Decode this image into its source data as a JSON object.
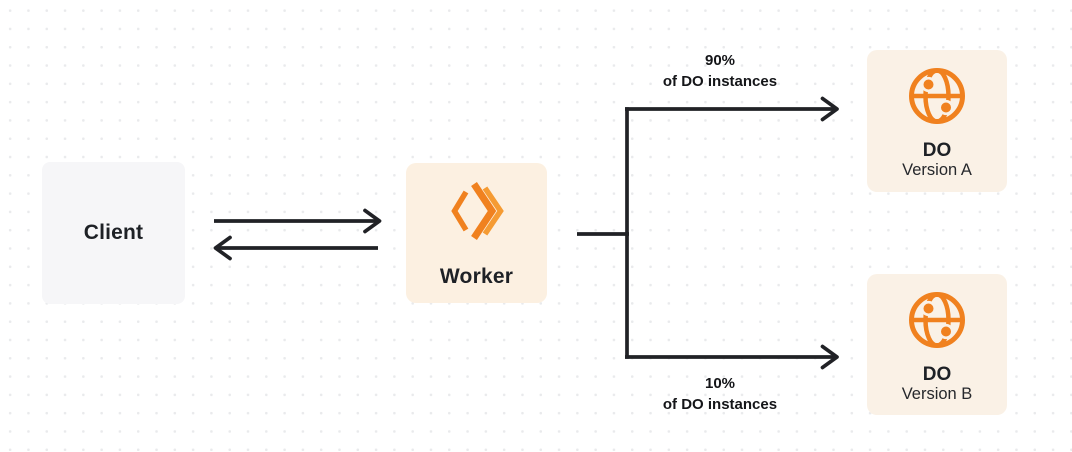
{
  "diagram": {
    "client": {
      "label": "Client"
    },
    "worker": {
      "label": "Worker"
    },
    "do_a": {
      "title": "DO",
      "subtitle": "Version A"
    },
    "do_b": {
      "title": "DO",
      "subtitle": "Version B"
    },
    "branch_top": {
      "percent": "90%",
      "caption": "of DO instances"
    },
    "branch_bottom": {
      "percent": "10%",
      "caption": "of DO instances"
    }
  },
  "icons": {
    "worker": "workers-logo-icon",
    "durable_object": "globe-icon"
  },
  "colors": {
    "orange": "#f0811f",
    "orange_light": "#f59b33",
    "arrow": "#212226",
    "worker_bg": "#fcf0e1",
    "do_bg": "#faf1e6",
    "client_bg": "#f6f6f8",
    "text": "#1e2126"
  }
}
